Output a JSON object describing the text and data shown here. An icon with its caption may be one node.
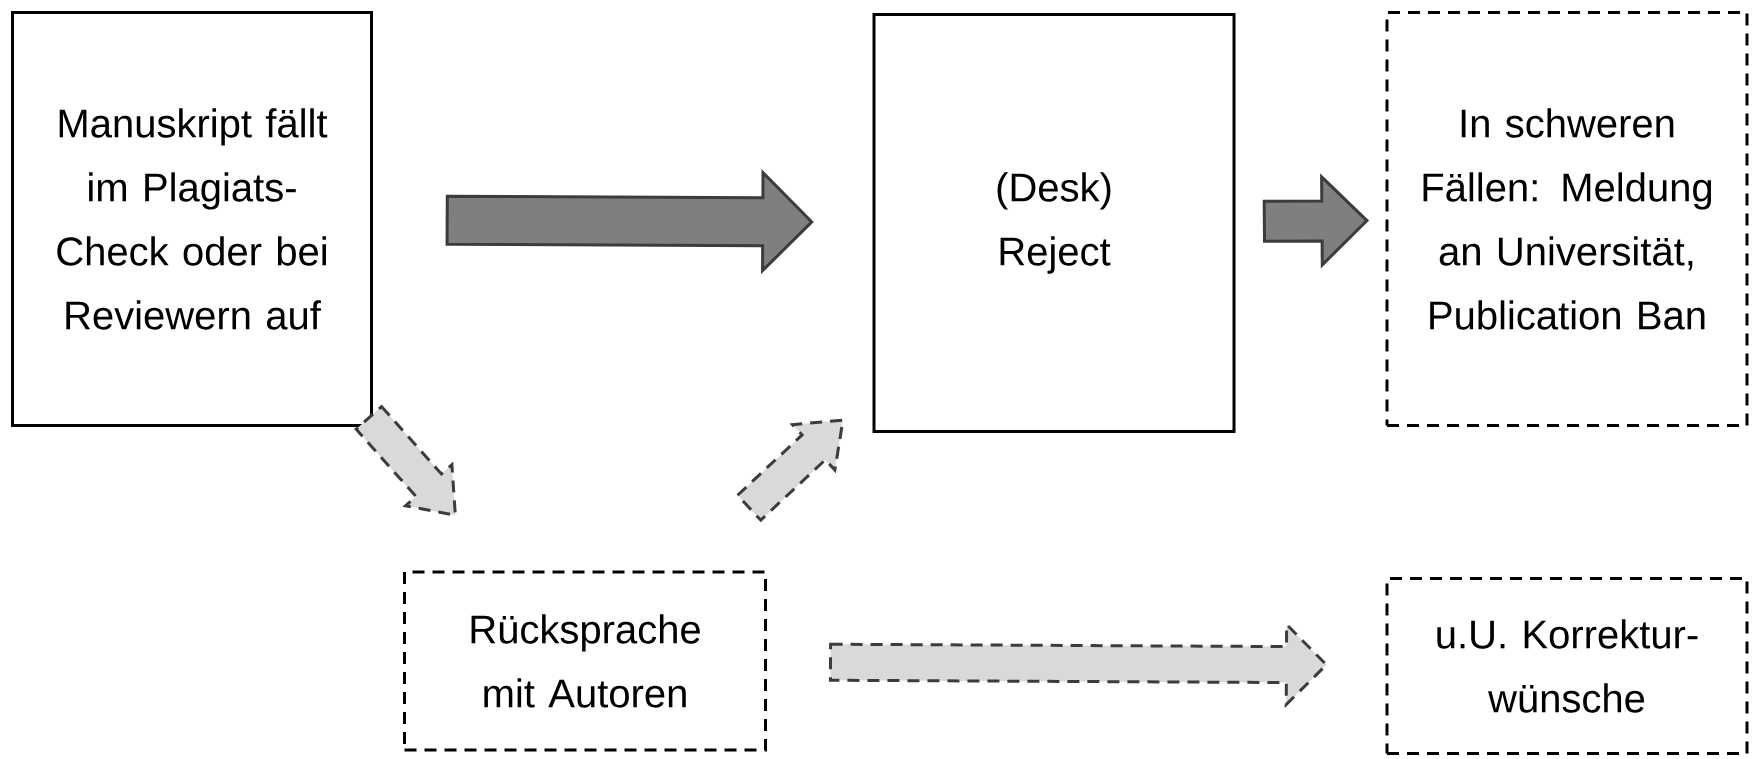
{
  "diagram": {
    "nodes": [
      {
        "text": [
          "Manuskript fällt im Plagiats-Check oder bei Reviewern auf"
        ]
      },
      {
        "text": [
          "(Desk) Reject"
        ]
      },
      {
        "text": [
          "In schweren Fällen: Meldung an Universität, Publication Ban"
        ]
      },
      {
        "text": [
          "Rücksprache mit Autoren"
        ]
      },
      {
        "text": [
          "u.U. Korrektur-wünsche"
        ]
      }
    ],
    "edges": [
      {
        "from": 0,
        "to": 1,
        "arrow": "to"
      },
      {
        "from": 1,
        "to": 2,
        "arrow": "to"
      },
      {
        "from": 0,
        "to": 3,
        "arrow": "to",
        "style": "dashed"
      },
      {
        "from": 3,
        "to": 1,
        "arrow": "to",
        "style": "dashed"
      },
      {
        "from": 3,
        "to": 4,
        "arrow": "to",
        "style": "dashed"
      }
    ]
  }
}
